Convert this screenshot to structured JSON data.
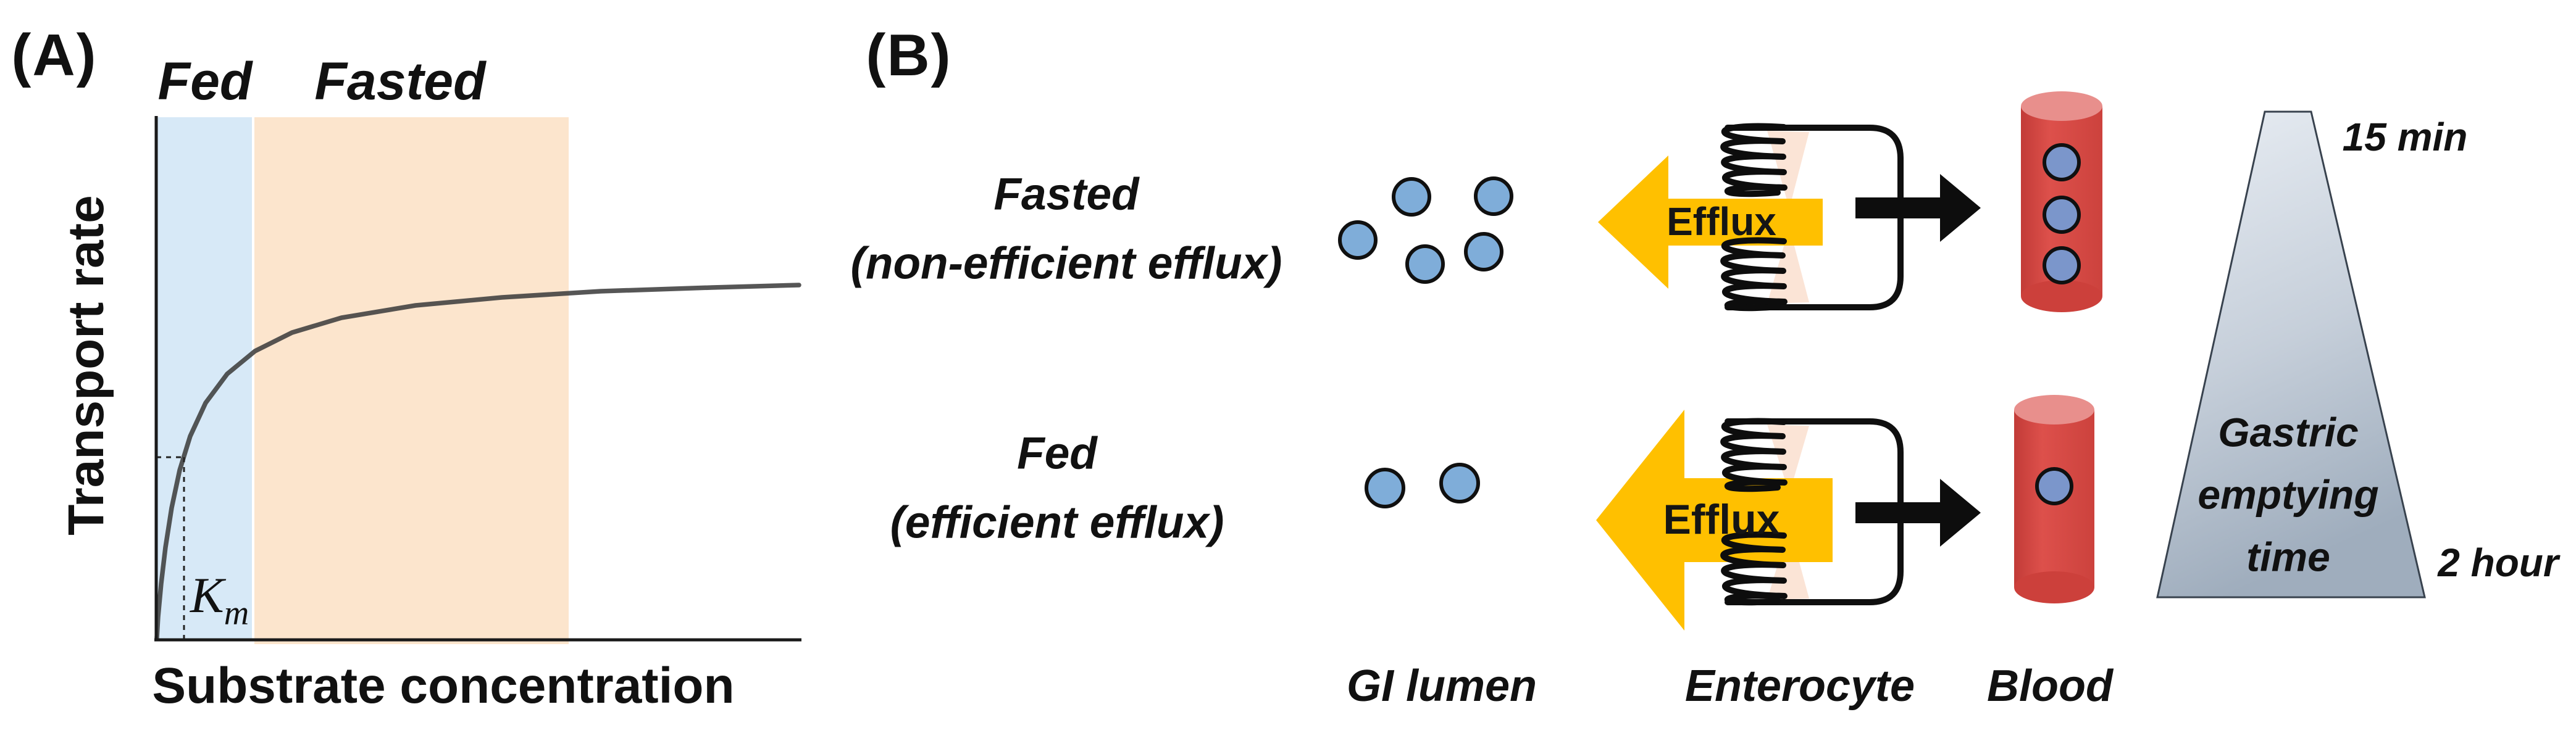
{
  "figure": {
    "panel_a": {
      "label": "(A)",
      "fed_region_label": "Fed",
      "fasted_region_label": "Fasted",
      "y_axis_label": "Transport rate",
      "x_axis_label": "Substrate concentration",
      "km": {
        "base": "K",
        "sub": "m"
      },
      "colors": {
        "fed_band": "#d7e9f7",
        "fasted_band": "#fce5cd",
        "curve": "#3f3f3f",
        "axis": "#1a1a1a"
      },
      "chart_data": {
        "type": "line",
        "title": "",
        "xlabel": "Substrate concentration",
        "ylabel": "Transport rate",
        "curve_shape": "Michaelis-Menten saturation curve rising steeply then plateauing",
        "regions": [
          {
            "label": "Fed",
            "band_color": "#d7e9f7",
            "x_fraction_range": [
              0.0,
              0.15
            ]
          },
          {
            "label": "Fasted",
            "band_color": "#fce5cd",
            "x_fraction_range": [
              0.15,
              0.64
            ]
          }
        ],
        "annotations": [
          "Km marked with dashed guide lines at half-maximal transport rate near the origin"
        ],
        "axis_ticks": "none (schematic, unlabeled axes)"
      }
    },
    "panel_b": {
      "label": "(B)",
      "rows": [
        {
          "condition": "Fasted",
          "qualifier": "(non-efficient efflux)",
          "efflux_label": "Efflux",
          "gi_lumen_dots": 5,
          "blood_dots": 3
        },
        {
          "condition": "Fed",
          "qualifier": "(efficient efflux)",
          "efflux_label": "Efflux",
          "gi_lumen_dots": 2,
          "blood_dots": 1
        }
      ],
      "column_labels": {
        "gi_lumen": "GI lumen",
        "enterocyte": "Enterocyte",
        "blood": "Blood"
      },
      "gastric_emptying": {
        "label_lines": [
          "Gastric",
          "emptying",
          "time"
        ],
        "top": "15 min",
        "bottom": "2 hour"
      },
      "colors": {
        "efflux_arrow": "#ffc000",
        "transfer_arrow": "#0d0d0d",
        "blood_vessel_body": "#d4453f",
        "blood_vessel_top": "#e88f8c",
        "drug_dot": "#7fadd9",
        "blood_dot": "#7b96cb",
        "membrane_shade": "#fbe4d6",
        "funnel_top": "#e9eef4",
        "funnel_bottom": "#9fadbd"
      }
    }
  }
}
